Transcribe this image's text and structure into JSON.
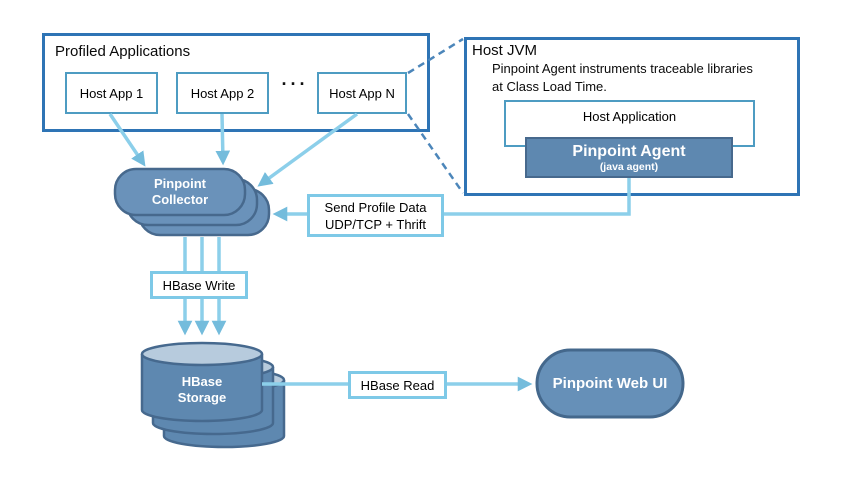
{
  "profiled": {
    "title": "Profiled Applications",
    "app1": "Host App 1",
    "app2": "Host App 2",
    "appN": "Host App N",
    "ellipsis": "···"
  },
  "jvm": {
    "title": "Host JVM",
    "desc1": "Pinpoint Agent instruments traceable libraries",
    "desc2": "at Class Load Time.",
    "host_app": "Host Application",
    "agent": "Pinpoint Agent",
    "agent_sub": "(java agent)"
  },
  "collector": {
    "line1": "Pinpoint",
    "line2": "Collector"
  },
  "flow": {
    "send1": "Send Profile Data",
    "send2": "UDP/TCP + Thrift",
    "write": "HBase Write",
    "read": "HBase Read"
  },
  "storage": {
    "line1": "HBase",
    "line2": "Storage"
  },
  "webui": {
    "label": "Pinpoint Web UI"
  },
  "colors": {
    "outer_border": "#2E74B5",
    "inner_border": "#4E9CC2",
    "node_fill": "#6690B8",
    "node_stroke": "#47698D",
    "cylinder_fill": "#5E88B0",
    "cylinder_top": "#B7CBDD",
    "connector_line": "#8CCFEA",
    "arrowhead": "#74BCDC",
    "dashed_line": "#4C86BA",
    "label_border": "#7EC9E7"
  }
}
